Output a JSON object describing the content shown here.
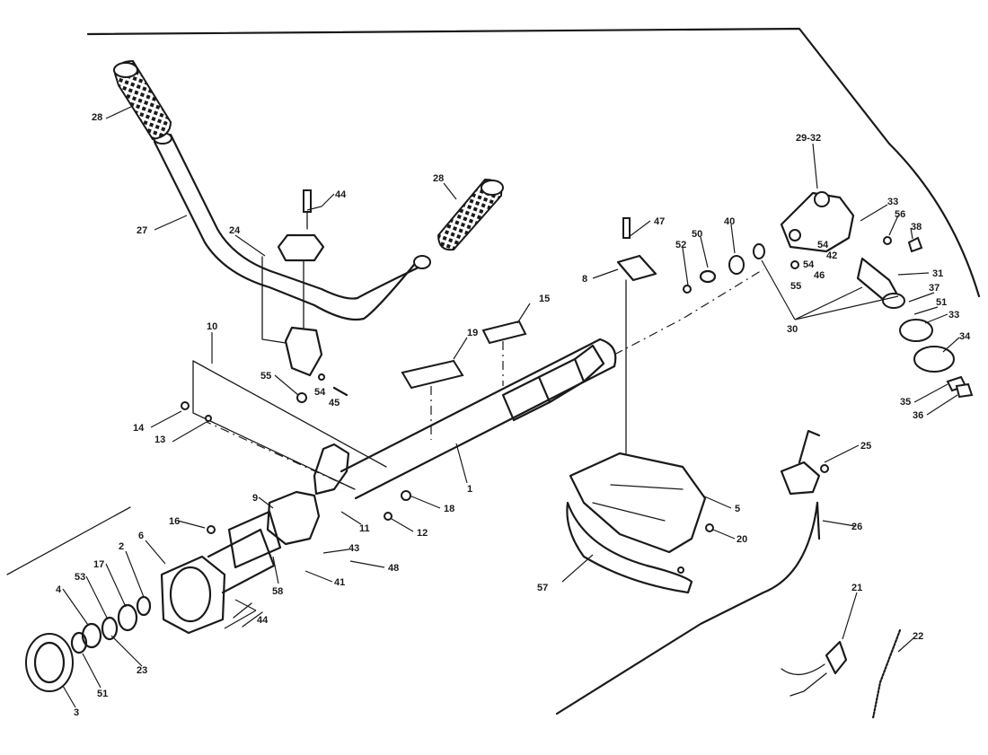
{
  "callouts": [
    {
      "id": "c28a",
      "text": "28"
    },
    {
      "id": "c27",
      "text": "27"
    },
    {
      "id": "c24",
      "text": "24"
    },
    {
      "id": "c44a",
      "text": "44"
    },
    {
      "id": "c28b",
      "text": "28"
    },
    {
      "id": "c47",
      "text": "47"
    },
    {
      "id": "c8a",
      "text": "8"
    },
    {
      "id": "c52",
      "text": "52"
    },
    {
      "id": "c50",
      "text": "50"
    },
    {
      "id": "c40",
      "text": "40"
    },
    {
      "id": "c2932",
      "text": "29-32"
    },
    {
      "id": "c33a",
      "text": "33"
    },
    {
      "id": "c56",
      "text": "56"
    },
    {
      "id": "c38",
      "text": "38"
    },
    {
      "id": "c54a",
      "text": "54"
    },
    {
      "id": "c42",
      "text": "42"
    },
    {
      "id": "c54b",
      "text": "54"
    },
    {
      "id": "c46",
      "text": "46"
    },
    {
      "id": "c55a",
      "text": "55"
    },
    {
      "id": "c31",
      "text": "31"
    },
    {
      "id": "c37",
      "text": "37"
    },
    {
      "id": "c51a",
      "text": "51"
    },
    {
      "id": "c30",
      "text": "30"
    },
    {
      "id": "c33b",
      "text": "33"
    },
    {
      "id": "c34",
      "text": "34"
    },
    {
      "id": "c35",
      "text": "35"
    },
    {
      "id": "c36",
      "text": "36"
    },
    {
      "id": "c10",
      "text": "10"
    },
    {
      "id": "c15",
      "text": "15"
    },
    {
      "id": "c19",
      "text": "19"
    },
    {
      "id": "c55b",
      "text": "55"
    },
    {
      "id": "c54c",
      "text": "54"
    },
    {
      "id": "c45",
      "text": "45"
    },
    {
      "id": "c14",
      "text": "14"
    },
    {
      "id": "c13",
      "text": "13"
    },
    {
      "id": "c1a",
      "text": "1"
    },
    {
      "id": "c9",
      "text": "9"
    },
    {
      "id": "c11",
      "text": "11"
    },
    {
      "id": "c18",
      "text": "18"
    },
    {
      "id": "c12",
      "text": "12"
    },
    {
      "id": "c16",
      "text": "16"
    },
    {
      "id": "c43",
      "text": "43"
    },
    {
      "id": "c48",
      "text": "48"
    },
    {
      "id": "c41",
      "text": "41"
    },
    {
      "id": "c58",
      "text": "58"
    },
    {
      "id": "c6",
      "text": "6"
    },
    {
      "id": "c2",
      "text": "2"
    },
    {
      "id": "c17",
      "text": "17"
    },
    {
      "id": "c53",
      "text": "53"
    },
    {
      "id": "c4",
      "text": "4"
    },
    {
      "id": "c23",
      "text": "23"
    },
    {
      "id": "c51b",
      "text": "51"
    },
    {
      "id": "c3",
      "text": "3"
    },
    {
      "id": "c44b",
      "text": "44"
    },
    {
      "id": "c25",
      "text": "25"
    },
    {
      "id": "c5",
      "text": "5"
    },
    {
      "id": "c20",
      "text": "20"
    },
    {
      "id": "c57",
      "text": "57"
    },
    {
      "id": "c26",
      "text": "26"
    },
    {
      "id": "c21",
      "text": "21"
    },
    {
      "id": "c22",
      "text": "22"
    }
  ]
}
